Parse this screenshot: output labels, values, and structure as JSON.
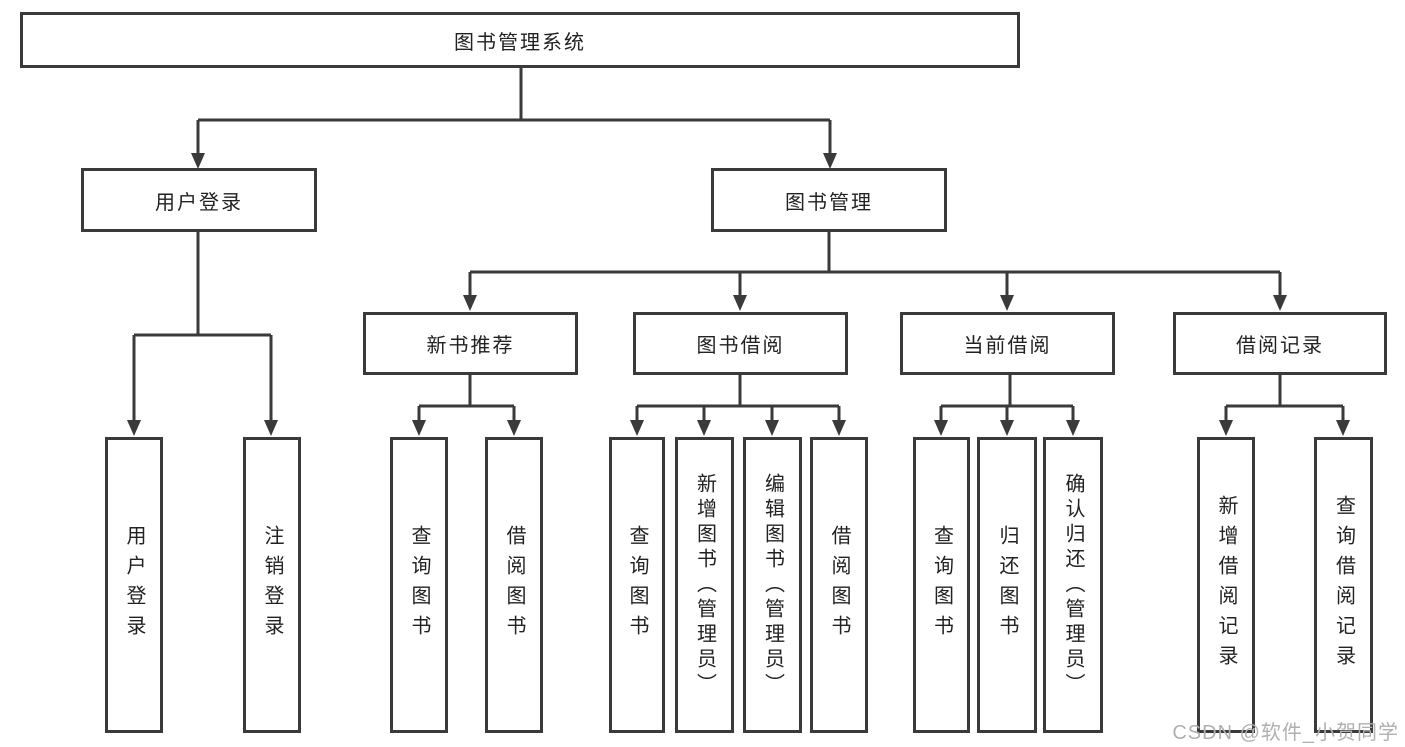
{
  "diagram": {
    "title": "图书管理系统",
    "nodes": {
      "root": "图书管理系统",
      "user_login": "用户登录",
      "book_mgmt": "图书管理",
      "new_book_rec": "新书推荐",
      "book_borrow": "图书借阅",
      "current_borrow": "当前借阅",
      "borrow_records": "借阅记录",
      "leaf_user_login": "用户登录",
      "leaf_logout": "注销登录",
      "leaf_nbr_query_book": "查询图书",
      "leaf_nbr_borrow_book": "借阅图书",
      "leaf_bb_query_book": "查询图书",
      "leaf_bb_add_book": "新增图书（管理员）",
      "leaf_bb_edit_book": "编辑图书（管理员）",
      "leaf_bb_borrow_book": "借阅图书",
      "leaf_cb_query_book": "查询图书",
      "leaf_cb_return_book": "归还图书",
      "leaf_cb_confirm_return": "确认归还（管理员）",
      "leaf_br_add_record": "新增借阅记录",
      "leaf_br_query_record": "查询借阅记录"
    },
    "line_color": "#3a3a3a"
  },
  "watermark": {
    "text": "CSDN @软件_小贺同学",
    "color": "#b0b0b0"
  }
}
